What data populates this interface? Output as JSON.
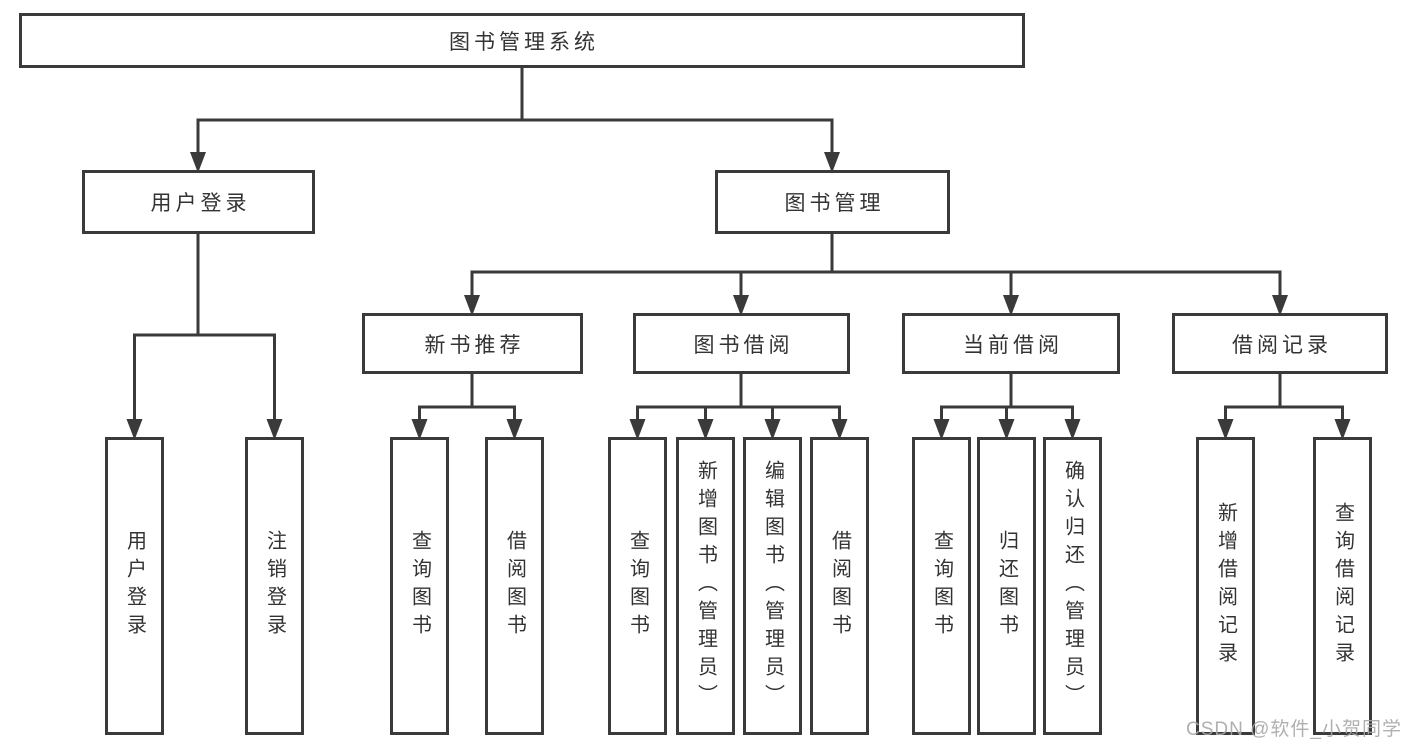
{
  "tree": {
    "label": "图书管理系统",
    "children": [
      {
        "label": "用户登录",
        "children": [
          {
            "label": "用户登录"
          },
          {
            "label": "注销登录"
          }
        ]
      },
      {
        "label": "图书管理",
        "children": [
          {
            "label": "新书推荐",
            "children": [
              {
                "label": "查询图书"
              },
              {
                "label": "借阅图书"
              }
            ]
          },
          {
            "label": "图书借阅",
            "children": [
              {
                "label": "查询图书"
              },
              {
                "label": "新增图书（管理员）"
              },
              {
                "label": "编辑图书（管理员）"
              },
              {
                "label": "借阅图书"
              }
            ]
          },
          {
            "label": "当前借阅",
            "children": [
              {
                "label": "查询图书"
              },
              {
                "label": "归还图书"
              },
              {
                "label": "确认归还（管理员）"
              }
            ]
          },
          {
            "label": "借阅记录",
            "children": [
              {
                "label": "新增借阅记录"
              },
              {
                "label": "查询借阅记录"
              }
            ]
          }
        ]
      }
    ]
  },
  "watermark": {
    "text": "CSDN @软件_小贺同学"
  },
  "colors": {
    "line": "#3a3a3a",
    "box_border": "#3a3a3a",
    "text": "#333333",
    "watermark": "#a8a8a8",
    "background": "#ffffff"
  }
}
